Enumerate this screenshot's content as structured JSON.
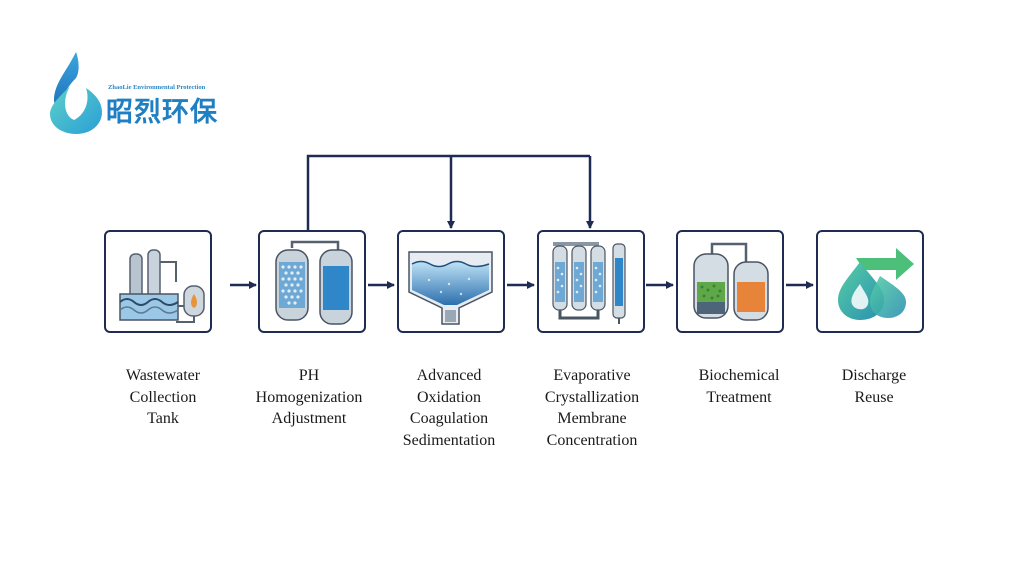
{
  "logo": {
    "subtitle": "ZhaoLie Environmental Protection",
    "name_cn": "昭烈环保"
  },
  "steps": [
    {
      "icon": "collection-tank-icon",
      "lines": [
        "Wastewater",
        "Collection",
        "Tank"
      ]
    },
    {
      "icon": "ph-adjustment-tanks-icon",
      "lines": [
        "PH",
        "Homogenization",
        "Adjustment"
      ]
    },
    {
      "icon": "sedimentation-basin-icon",
      "lines": [
        "Advanced",
        "Oxidation",
        "Coagulation",
        "Sedimentation"
      ]
    },
    {
      "icon": "evaporation-membrane-icon",
      "lines": [
        "Evaporative",
        "Crystallization",
        "Membrane",
        "Concentration"
      ]
    },
    {
      "icon": "biochemical-reactor-icon",
      "lines": [
        "Biochemical",
        "Treatment"
      ]
    },
    {
      "icon": "discharge-reuse-icon",
      "lines": [
        "Discharge",
        "Reuse"
      ]
    }
  ],
  "flow": {
    "sequence": [
      "Wastewater Collection Tank",
      "PH Homogenization Adjustment",
      "Advanced Oxidation Coagulation Sedimentation",
      "Evaporative Crystallization Membrane Concentration",
      "Biochemical Treatment",
      "Discharge Reuse"
    ],
    "bypass_from": "PH Homogenization Adjustment",
    "bypass_to": [
      "Advanced Oxidation Coagulation Sedimentation",
      "Evaporative Crystallization Membrane Concentration"
    ]
  },
  "colors": {
    "box_border": "#1f2b52",
    "arrow": "#1f2b52",
    "accent_blue": "#1f7fc3",
    "accent_teal": "#2db8a8"
  }
}
